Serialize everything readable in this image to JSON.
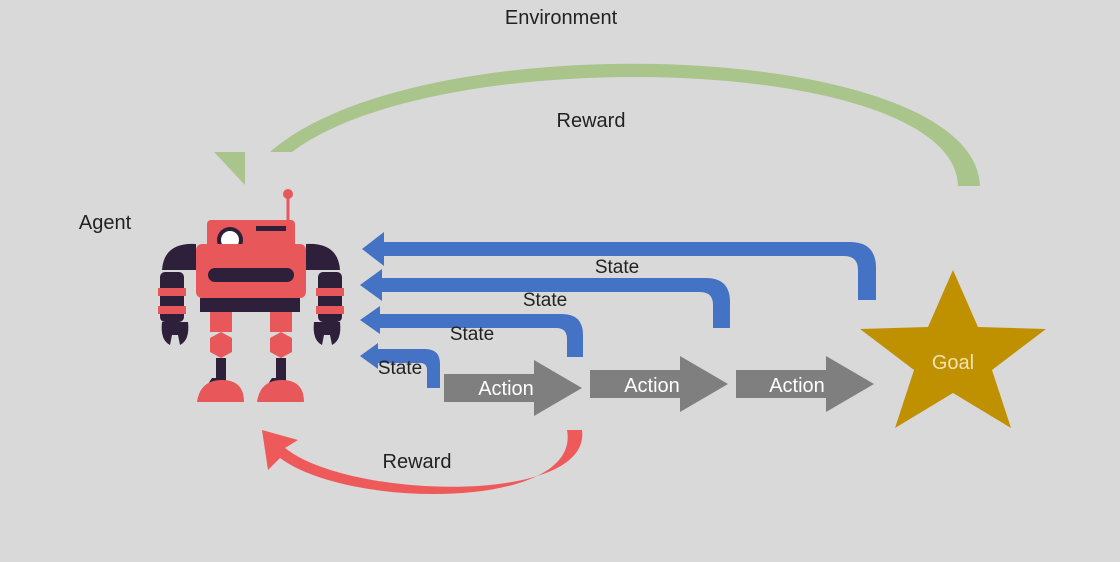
{
  "labels": {
    "environment": "Environment",
    "agent": "Agent",
    "reward_top": "Reward",
    "reward_bottom": "Reward",
    "goal": "Goal",
    "states": [
      "State",
      "State",
      "State",
      "State"
    ],
    "actions": [
      "Action",
      "Action",
      "Action"
    ]
  },
  "colors": {
    "background": "#d9d9d9",
    "state_arrow": "#4472c4",
    "action_arrow": "#7f7f7f",
    "reward_top_arrow": "#a9c58b",
    "reward_bottom_arrow": "#ee5a5a",
    "goal_star": "#bf9000",
    "robot_body": "#e8575a",
    "robot_dark": "#2e1f3b"
  }
}
